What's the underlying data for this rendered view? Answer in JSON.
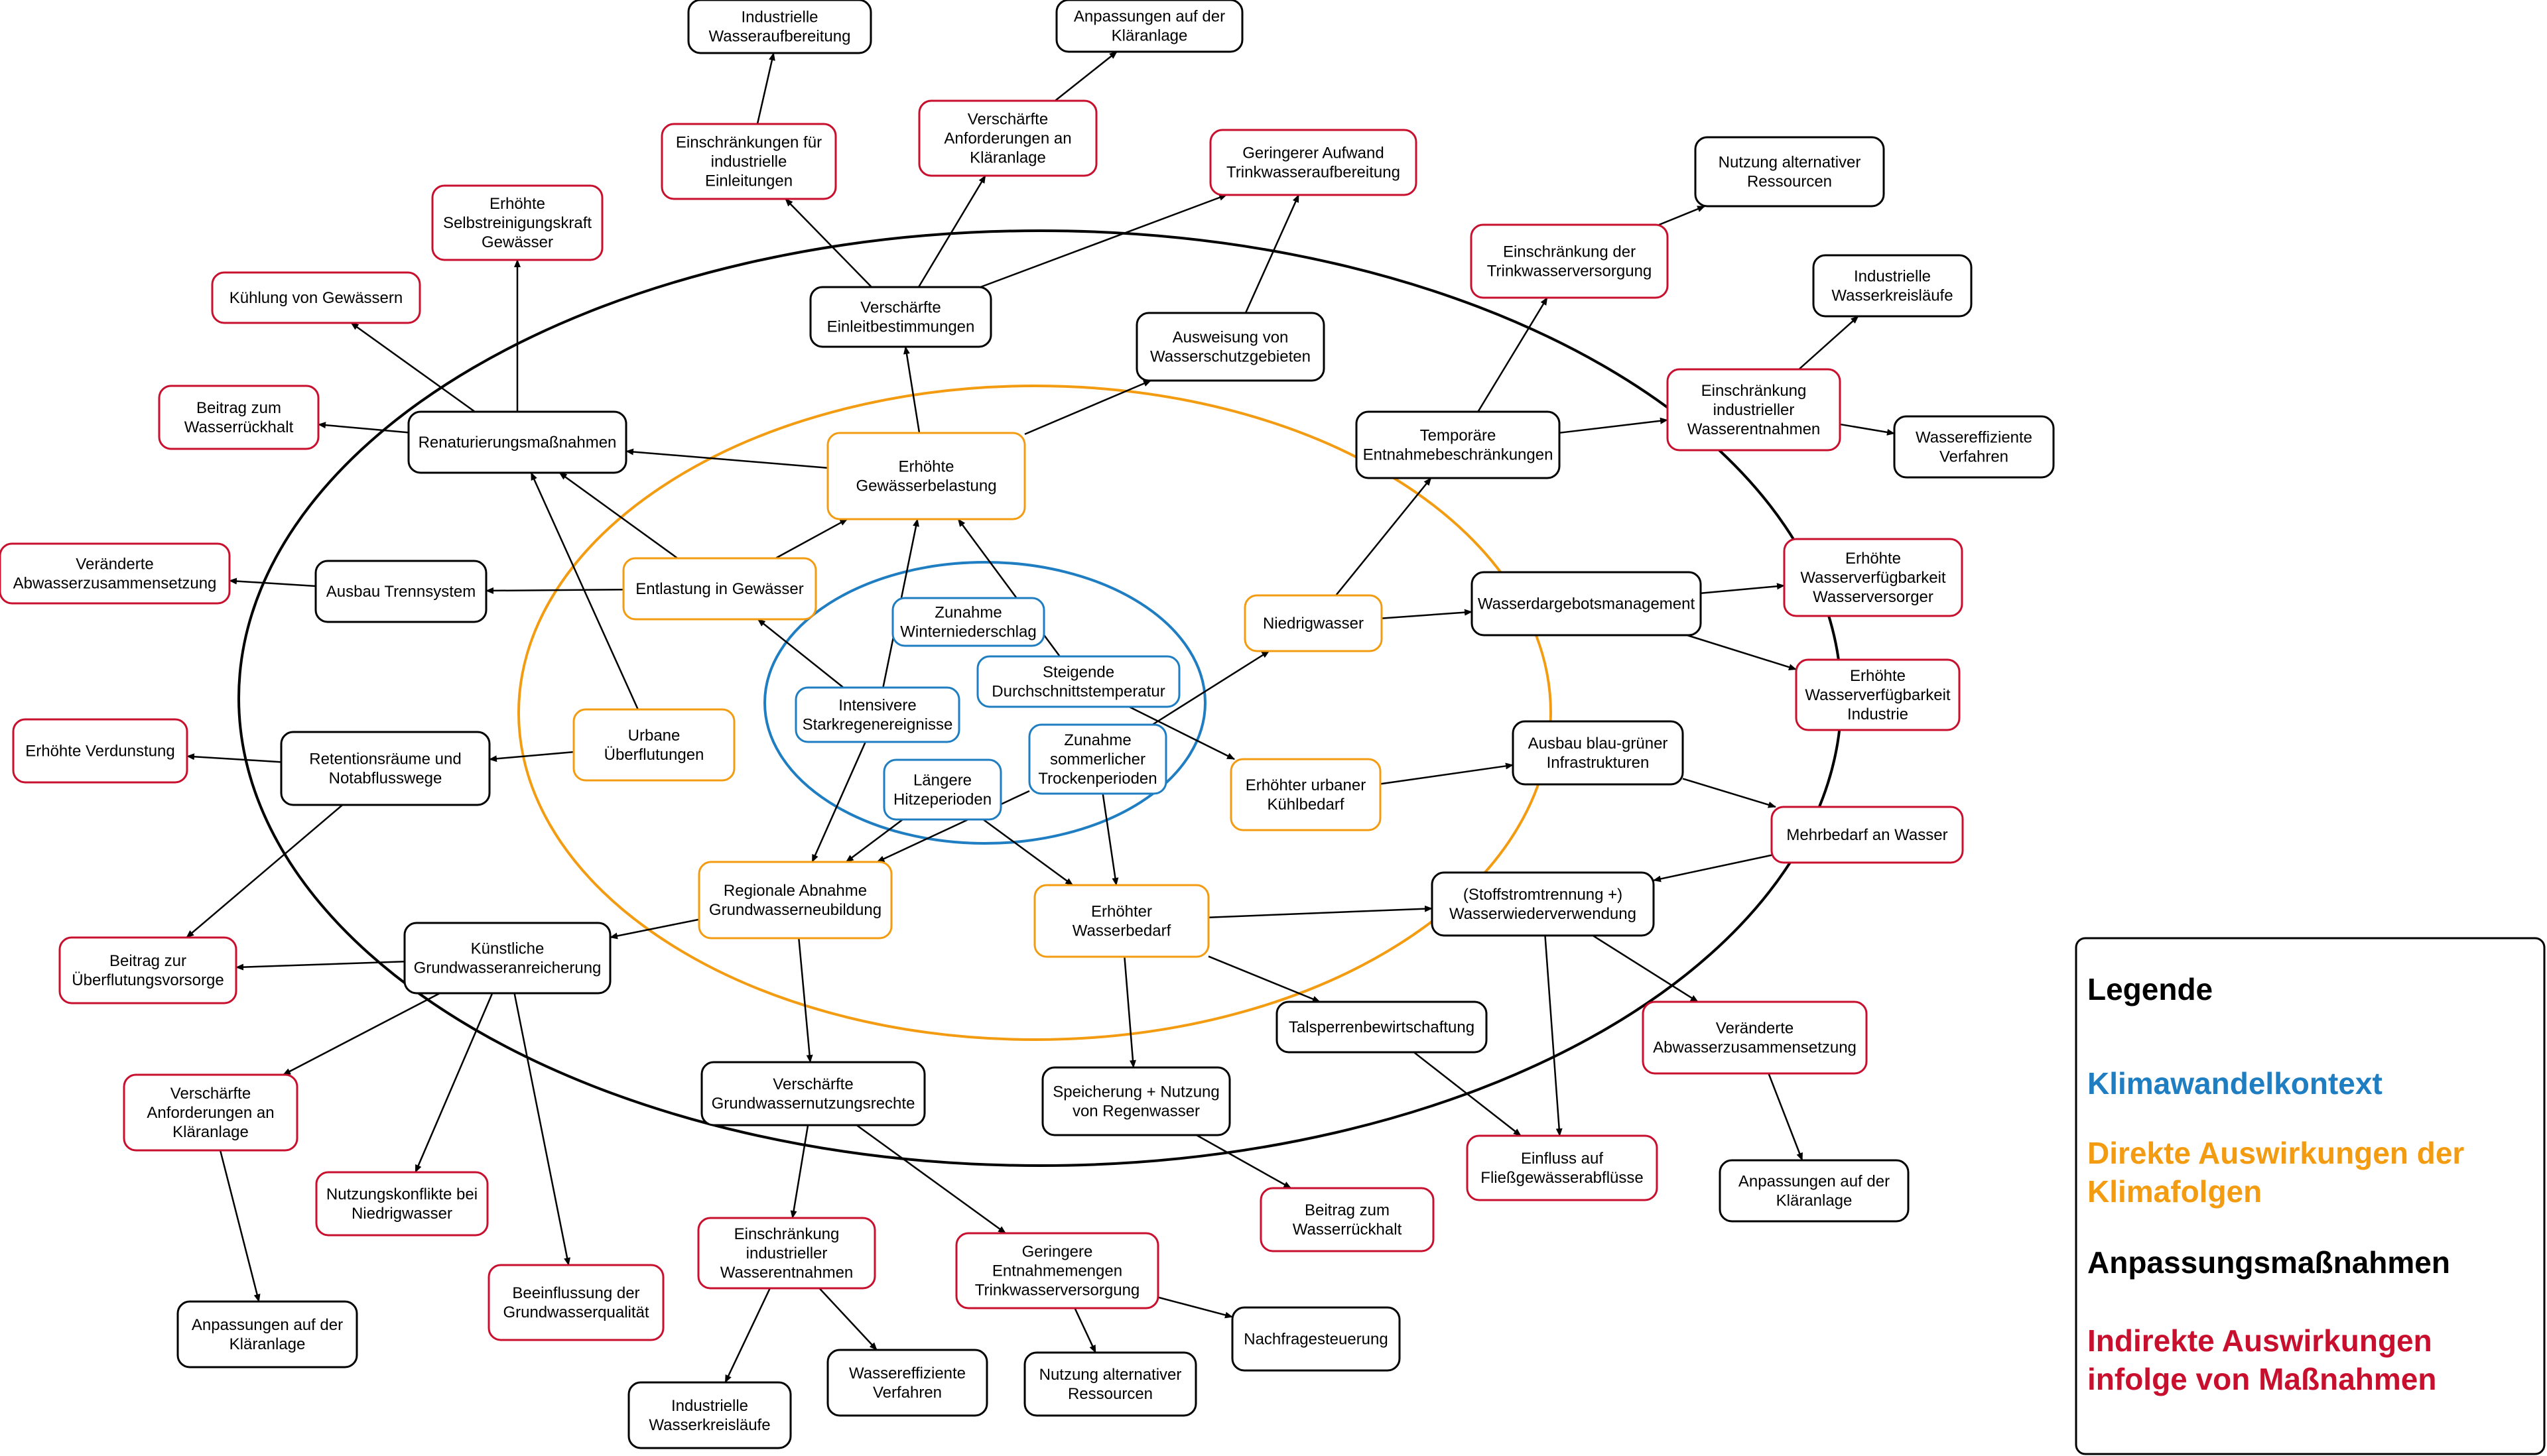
{
  "colors": {
    "climate": "#1f7dc1",
    "direct": "#f39c12",
    "adaptation": "#000000",
    "indirect": "#c8102e"
  },
  "legend": {
    "title": "Legende",
    "items": [
      {
        "lines": [
          "Klimawandelkontext"
        ],
        "category": "climate"
      },
      {
        "lines": [
          "Direkte Auswirkungen der",
          "Klimafolgen"
        ],
        "category": "direct"
      },
      {
        "lines": [
          "Anpassungsmaßnahmen"
        ],
        "category": "adaptation"
      },
      {
        "lines": [
          "Indirekte Auswirkungen",
          "infolge von Maßnahmen"
        ],
        "category": "indirect"
      }
    ]
  },
  "nodes": [
    {
      "id": "winter",
      "cat": "climate",
      "lines": [
        "Zunahme",
        "Winterniederschlag"
      ]
    },
    {
      "id": "temp",
      "cat": "climate",
      "lines": [
        "Steigende",
        "Durchschnittstemperatur"
      ]
    },
    {
      "id": "stark",
      "cat": "climate",
      "lines": [
        "Intensivere",
        "Starkregenereignisse"
      ]
    },
    {
      "id": "trocken",
      "cat": "climate",
      "lines": [
        "Zunahme",
        "sommerlicher",
        "Trockenperioden"
      ]
    },
    {
      "id": "hitze",
      "cat": "climate",
      "lines": [
        "Längere",
        "Hitzeperioden"
      ]
    },
    {
      "id": "gewbel",
      "cat": "direct",
      "lines": [
        "Erhöhte",
        "Gewässerbelastung"
      ]
    },
    {
      "id": "entlast",
      "cat": "direct",
      "lines": [
        "Entlastung in Gewässer"
      ]
    },
    {
      "id": "urban",
      "cat": "direct",
      "lines": [
        "Urbane",
        "Überflutungen"
      ]
    },
    {
      "id": "niedrig",
      "cat": "direct",
      "lines": [
        "Niedrigwasser"
      ]
    },
    {
      "id": "kuehl",
      "cat": "direct",
      "lines": [
        "Erhöhter urbaner",
        "Kühlbedarf"
      ]
    },
    {
      "id": "gwneu",
      "cat": "direct",
      "lines": [
        "Regionale Abnahme",
        "Grundwasserneubildung"
      ]
    },
    {
      "id": "wbedarf",
      "cat": "direct",
      "lines": [
        "Erhöhter",
        "Wasserbedarf"
      ]
    },
    {
      "id": "renat",
      "cat": "adaptation",
      "lines": [
        "Renaturierungsmaßnahmen"
      ]
    },
    {
      "id": "trenn",
      "cat": "adaptation",
      "lines": [
        "Ausbau Trennsystem"
      ]
    },
    {
      "id": "retent",
      "cat": "adaptation",
      "lines": [
        "Retentionsräume und",
        "Notabflusswege"
      ]
    },
    {
      "id": "gwanr",
      "cat": "adaptation",
      "lines": [
        "Künstliche",
        "Grundwasseranreicherung"
      ]
    },
    {
      "id": "einleit",
      "cat": "adaptation",
      "lines": [
        "Verschärfte",
        "Einleitbestimmungen"
      ]
    },
    {
      "id": "wsg",
      "cat": "adaptation",
      "lines": [
        "Ausweisung von",
        "Wasserschutzgebieten"
      ]
    },
    {
      "id": "tempent",
      "cat": "adaptation",
      "lines": [
        "Temporäre",
        "Entnahmebeschränkungen"
      ]
    },
    {
      "id": "wdm",
      "cat": "adaptation",
      "lines": [
        "Wasserdargebotsmanagement"
      ]
    },
    {
      "id": "blaugruen",
      "cat": "adaptation",
      "lines": [
        "Ausbau blau-grüner",
        "Infrastrukturen"
      ]
    },
    {
      "id": "stoff",
      "cat": "adaptation",
      "lines": [
        "(Stoffstromtrennung +)",
        "Wasserwiederverwendung"
      ]
    },
    {
      "id": "talsp",
      "cat": "adaptation",
      "lines": [
        "Talsperrenbewirtschaftung"
      ]
    },
    {
      "id": "regen",
      "cat": "adaptation",
      "lines": [
        "Speicherung + Nutzung",
        "von Regenwasser"
      ]
    },
    {
      "id": "gwrecht",
      "cat": "adaptation",
      "lines": [
        "Verschärfte",
        "Grundwassernutzungsrechte"
      ]
    },
    {
      "id": "induauf",
      "cat": "adaptation",
      "lines": [
        "Industrielle",
        "Wasseraufbereitung"
      ]
    },
    {
      "id": "anpklaer1",
      "cat": "adaptation",
      "lines": [
        "Anpassungen auf der",
        "Kläranlage"
      ]
    },
    {
      "id": "altres1",
      "cat": "adaptation",
      "lines": [
        "Nutzung alternativer",
        "Ressourcen"
      ]
    },
    {
      "id": "indkreis1",
      "cat": "adaptation",
      "lines": [
        "Industrielle",
        "Wasserkreisläufe"
      ]
    },
    {
      "id": "weff1",
      "cat": "adaptation",
      "lines": [
        "Wassereffiziente",
        "Verfahren"
      ]
    },
    {
      "id": "anpklaer2",
      "cat": "adaptation",
      "lines": [
        "Anpassungen auf der",
        "Kläranlage"
      ]
    },
    {
      "id": "anpklaer3",
      "cat": "adaptation",
      "lines": [
        "Anpassungen auf der",
        "Kläranlage"
      ]
    },
    {
      "id": "indkreis2",
      "cat": "adaptation",
      "lines": [
        "Industrielle",
        "Wasserkreisläufe"
      ]
    },
    {
      "id": "weff2",
      "cat": "adaptation",
      "lines": [
        "Wassereffiziente",
        "Verfahren"
      ]
    },
    {
      "id": "altres2",
      "cat": "adaptation",
      "lines": [
        "Nutzung alternativer",
        "Ressourcen"
      ]
    },
    {
      "id": "nachfr",
      "cat": "adaptation",
      "lines": [
        "Nachfragesteuerung"
      ]
    },
    {
      "id": "einschr_ind_einl",
      "cat": "indirect",
      "lines": [
        "Einschränkungen für",
        "industrielle",
        "Einleitungen"
      ]
    },
    {
      "id": "versch_kl1",
      "cat": "indirect",
      "lines": [
        "Verschärfte",
        "Anforderungen an",
        "Kläranlage"
      ]
    },
    {
      "id": "geringer_tw",
      "cat": "indirect",
      "lines": [
        "Geringerer Aufwand",
        "Trinkwasseraufbereitung"
      ]
    },
    {
      "id": "selbst",
      "cat": "indirect",
      "lines": [
        "Erhöhte",
        "Selbstreinigungskraft",
        "Gewässer"
      ]
    },
    {
      "id": "kuehlung",
      "cat": "indirect",
      "lines": [
        "Kühlung von Gewässern"
      ]
    },
    {
      "id": "rueckhalt1",
      "cat": "indirect",
      "lines": [
        "Beitrag zum",
        "Wasserrückhalt"
      ]
    },
    {
      "id": "abw1",
      "cat": "indirect",
      "lines": [
        "Veränderte",
        "Abwasserzusammensetzung"
      ]
    },
    {
      "id": "verdunst",
      "cat": "indirect",
      "lines": [
        "Erhöhte Verdunstung"
      ]
    },
    {
      "id": "ueberflut",
      "cat": "indirect",
      "lines": [
        "Beitrag zur",
        "Überflutungsvorsorge"
      ]
    },
    {
      "id": "versch_kl2",
      "cat": "indirect",
      "lines": [
        "Verschärfte",
        "Anforderungen an",
        "Kläranlage"
      ]
    },
    {
      "id": "nutzkonf",
      "cat": "indirect",
      "lines": [
        "Nutzungskonflikte bei",
        "Niedrigwasser"
      ]
    },
    {
      "id": "gwqual",
      "cat": "indirect",
      "lines": [
        "Beeinflussung der",
        "Grundwasserqualität"
      ]
    },
    {
      "id": "einschr_tw",
      "cat": "indirect",
      "lines": [
        "Einschränkung der",
        "Trinkwasserversorgung"
      ]
    },
    {
      "id": "einschr_ind1",
      "cat": "indirect",
      "lines": [
        "Einschränkung",
        "industrieller",
        "Wasserentnahmen"
      ]
    },
    {
      "id": "verf_wv",
      "cat": "indirect",
      "lines": [
        "Erhöhte",
        "Wasserverfügbarkeit",
        "Wasserversorger"
      ]
    },
    {
      "id": "verf_ind",
      "cat": "indirect",
      "lines": [
        "Erhöhte",
        "Wasserverfügbarkeit",
        "Industrie"
      ]
    },
    {
      "id": "mehrbedarf",
      "cat": "indirect",
      "lines": [
        "Mehrbedarf an Wasser"
      ]
    },
    {
      "id": "abw2",
      "cat": "indirect",
      "lines": [
        "Veränderte",
        "Abwasserzusammensetzung"
      ]
    },
    {
      "id": "fliess",
      "cat": "indirect",
      "lines": [
        "Einfluss auf",
        "Fließgewässerabflüsse"
      ]
    },
    {
      "id": "rueckhalt2",
      "cat": "indirect",
      "lines": [
        "Beitrag zum",
        "Wasserrückhalt"
      ]
    },
    {
      "id": "einschr_ind2",
      "cat": "indirect",
      "lines": [
        "Einschränkung",
        "industrieller",
        "Wasserentnahmen"
      ]
    },
    {
      "id": "geringer_ent",
      "cat": "indirect",
      "lines": [
        "Geringere",
        "Entnahmemengen",
        "Trinkwasserversorgung"
      ]
    }
  ],
  "edges": [
    [
      "stark",
      "entlast"
    ],
    [
      "stark",
      "gewbel"
    ],
    [
      "stark",
      "gwneu"
    ],
    [
      "temp",
      "gewbel"
    ],
    [
      "temp",
      "kuehl"
    ],
    [
      "trocken",
      "niedrig"
    ],
    [
      "trocken",
      "gwneu"
    ],
    [
      "trocken",
      "wbedarf"
    ],
    [
      "hitze",
      "gwneu"
    ],
    [
      "hitze",
      "wbedarf"
    ],
    [
      "entlast",
      "gewbel"
    ],
    [
      "entlast",
      "trenn"
    ],
    [
      "entlast",
      "renat"
    ],
    [
      "urban",
      "renat"
    ],
    [
      "urban",
      "retent"
    ],
    [
      "gewbel",
      "renat"
    ],
    [
      "gewbel",
      "einleit"
    ],
    [
      "gewbel",
      "wsg"
    ],
    [
      "niedrig",
      "wdm"
    ],
    [
      "niedrig",
      "tempent"
    ],
    [
      "kuehl",
      "blaugruen"
    ],
    [
      "gwneu",
      "gwanr"
    ],
    [
      "gwneu",
      "gwrecht"
    ],
    [
      "wbedarf",
      "stoff"
    ],
    [
      "wbedarf",
      "talsp"
    ],
    [
      "wbedarf",
      "regen"
    ],
    [
      "renat",
      "selbst"
    ],
    [
      "renat",
      "kuehlung"
    ],
    [
      "renat",
      "rueckhalt1"
    ],
    [
      "trenn",
      "abw1"
    ],
    [
      "retent",
      "verdunst"
    ],
    [
      "retent",
      "ueberflut"
    ],
    [
      "gwanr",
      "ueberflut"
    ],
    [
      "gwanr",
      "versch_kl2"
    ],
    [
      "gwanr",
      "nutzkonf"
    ],
    [
      "gwanr",
      "gwqual"
    ],
    [
      "einleit",
      "einschr_ind_einl"
    ],
    [
      "einleit",
      "versch_kl1"
    ],
    [
      "einleit",
      "geringer_tw"
    ],
    [
      "einschr_ind_einl",
      "induauf"
    ],
    [
      "versch_kl1",
      "anpklaer1"
    ],
    [
      "wsg",
      "geringer_tw"
    ],
    [
      "tempent",
      "einschr_tw"
    ],
    [
      "tempent",
      "einschr_ind1"
    ],
    [
      "einschr_tw",
      "altres1"
    ],
    [
      "einschr_ind1",
      "indkreis1"
    ],
    [
      "einschr_ind1",
      "weff1"
    ],
    [
      "wdm",
      "verf_wv"
    ],
    [
      "wdm",
      "verf_ind"
    ],
    [
      "blaugruen",
      "mehrbedarf"
    ],
    [
      "mehrbedarf",
      "stoff"
    ],
    [
      "stoff",
      "abw2"
    ],
    [
      "stoff",
      "fliess"
    ],
    [
      "abw2",
      "anpklaer2"
    ],
    [
      "talsp",
      "fliess"
    ],
    [
      "regen",
      "rueckhalt2"
    ],
    [
      "versch_kl2",
      "anpklaer3"
    ],
    [
      "gwrecht",
      "einschr_ind2"
    ],
    [
      "gwrecht",
      "geringer_ent"
    ],
    [
      "einschr_ind2",
      "indkreis2"
    ],
    [
      "einschr_ind2",
      "weff2"
    ],
    [
      "geringer_ent",
      "altres2"
    ],
    [
      "geringer_ent",
      "nachfr"
    ]
  ]
}
